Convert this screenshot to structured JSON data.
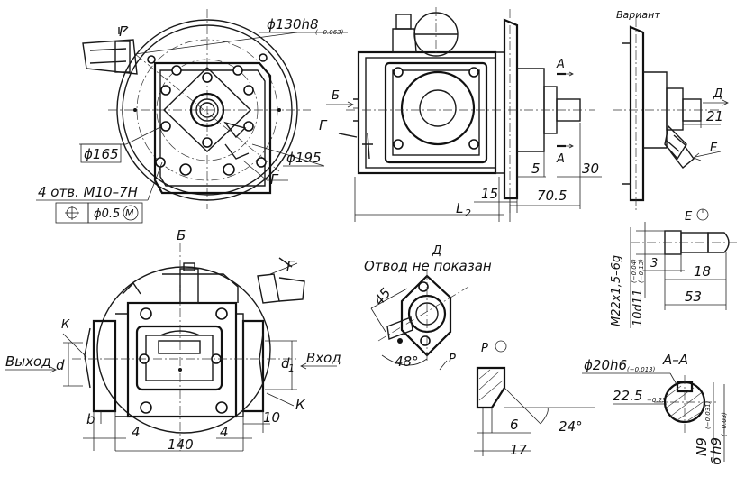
{
  "labels": {
    "variant": "Вариант",
    "view_b": "Б",
    "view_b_arrow": "Б",
    "view_d": "Д",
    "not_shown": "Отвод не показан",
    "outlet": "Выход",
    "inlet": "Вход",
    "g_top": "Г",
    "g_mid": "Г",
    "g_side": "Г",
    "g_view": "Г",
    "k_left": "К",
    "k_right": "К",
    "a_top": "А",
    "a_bottom": "А",
    "section_aa": "А–А",
    "d_arrow": "Д",
    "e_arrow": "Е",
    "e_view": "Е",
    "p_arrow": "Р",
    "p_view": "Р"
  },
  "dims": {
    "d130": "ϕ130h8",
    "d130_tol": "(−0.063)",
    "d165": "ϕ165",
    "d195": "ϕ195",
    "holes": "4 отв. М10–7Н",
    "pos_tol": "ϕ0.5",
    "pos_mod": "М",
    "L2": "L",
    "L2_sub": "2",
    "d15": "15",
    "d5": "5",
    "d30": "30",
    "d70_5": "70.5",
    "d21": "21",
    "thread": "М22х1,5–6g",
    "shaft": "10d11",
    "shaft_tol_top": "(−0.04)",
    "shaft_tol_bot": "(−0.13)",
    "d3": "3",
    "d18": "18",
    "d53": "53",
    "d45": "45",
    "d48": "48°",
    "d_small": "d",
    "d1": "d",
    "d1_sub": "1",
    "b": "b",
    "d4a": "4",
    "d4b": "4",
    "d140": "140",
    "d10": "10",
    "d6": "6",
    "d17": "17",
    "d24": "24°",
    "d20h6": "ϕ20h6",
    "d20_tol": "(−0.013)",
    "d22_5": "22.5",
    "d22_tol": "−0.23",
    "n9": "N9",
    "n9_tol": "(−0.031)",
    "h9_6": "6",
    "h9": "h9",
    "h9_tol": "(−0.03)"
  }
}
